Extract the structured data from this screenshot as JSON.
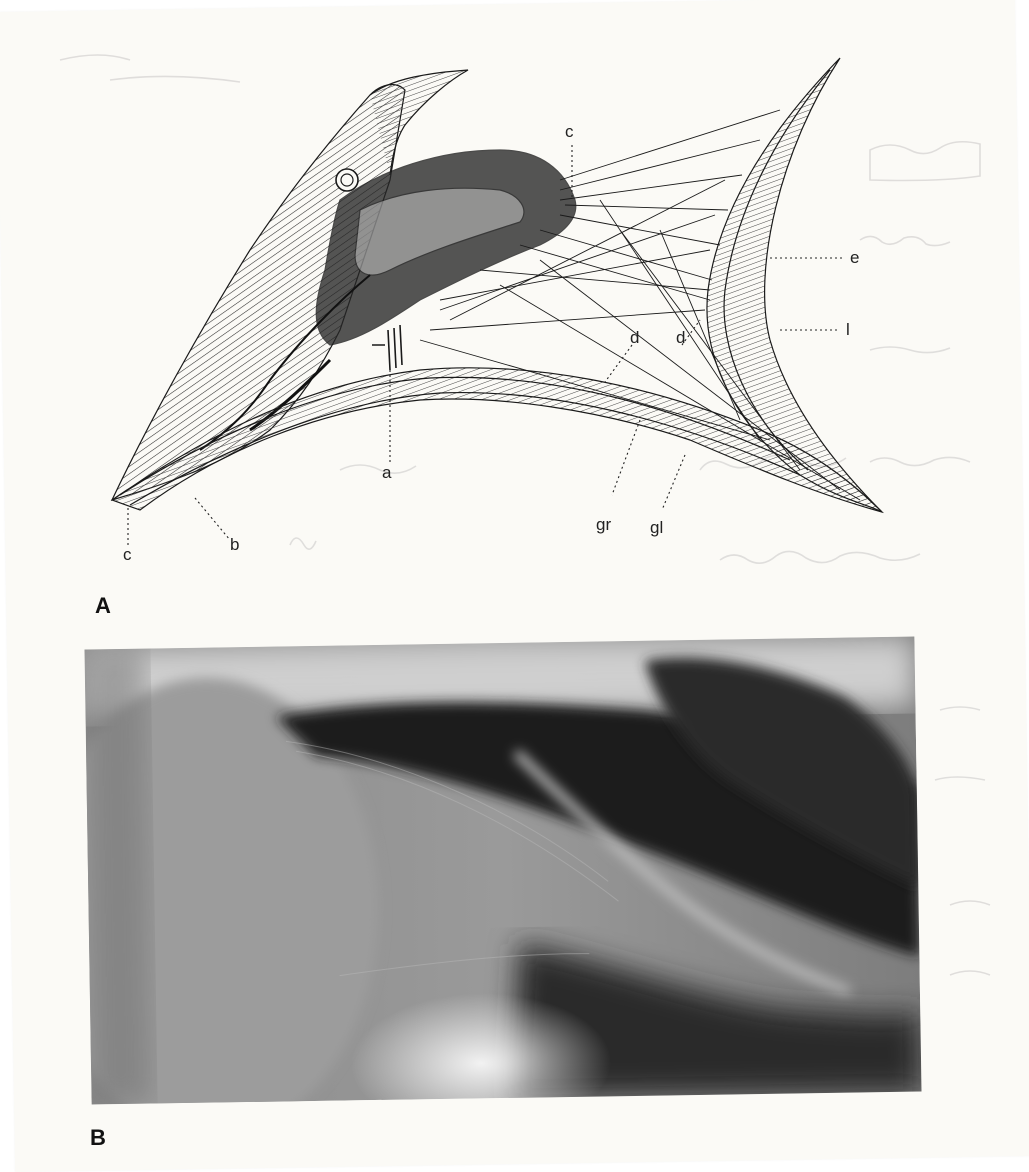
{
  "figure": {
    "panel_a_letter": "A",
    "panel_b_letter": "B",
    "callouts": {
      "c_top": "c",
      "e": "e",
      "l": "l",
      "d_left": "d",
      "d_right": "d",
      "a": "a",
      "c_bottom": "c",
      "b": "b",
      "gr": "gr",
      "gl": "gl"
    }
  },
  "colors": {
    "paper": "#fbfaf6",
    "ink": "#1a1a1a",
    "photo_dark": "#151515",
    "photo_light": "#dedede"
  }
}
